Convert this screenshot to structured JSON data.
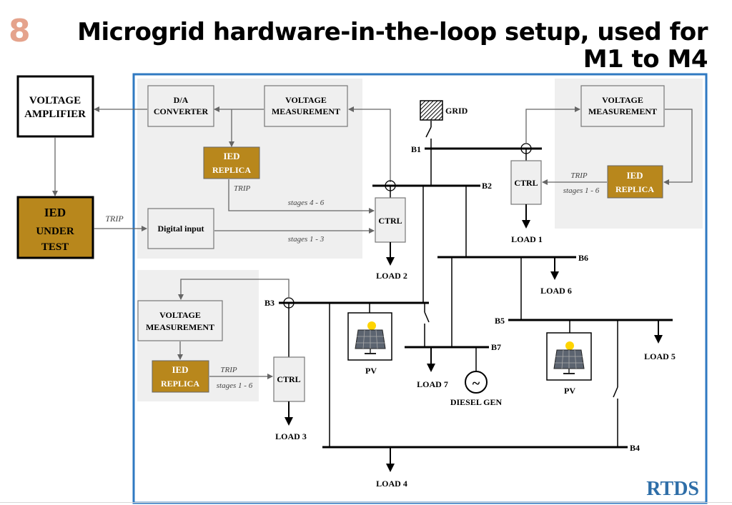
{
  "slide": {
    "number": "8",
    "title_line1": "Microgrid hardware-in-the-loop setup, used for",
    "title_line2": "M1 to M4"
  },
  "colors": {
    "slide_number": "#e5a38c",
    "ied": "#b8871c",
    "frame": "#2f79c2",
    "panel": "#efefef",
    "rtds": "#2e6ea8"
  },
  "diagram": {
    "external": {
      "voltage_amplifier": [
        "VOLTAGE",
        "AMPLIFIER"
      ],
      "ied_under_test": [
        "IED",
        "UNDER",
        "TEST"
      ],
      "trip_label": "TRIP"
    },
    "panel_top_left": {
      "da_converter": [
        "D/A",
        "CONVERTER"
      ],
      "voltage_measurement": [
        "VOLTAGE",
        "MEASUREMENT"
      ],
      "ied_replica": [
        "IED",
        "REPLICA"
      ],
      "trip": "TRIP",
      "digital_input": "Digital input",
      "stages_a": "stages 4 - 6",
      "stages_b": "stages 1 - 3"
    },
    "panel_top_right": {
      "voltage_measurement": [
        "VOLTAGE",
        "MEASUREMENT"
      ],
      "ied_replica": [
        "IED",
        "REPLICA"
      ],
      "trip": "TRIP",
      "stages": "stages 1 - 6"
    },
    "panel_bottom_left": {
      "voltage_measurement": [
        "VOLTAGE",
        "MEASUREMENT"
      ],
      "ied_replica": [
        "IED",
        "REPLICA"
      ],
      "trip": "TRIP",
      "stages": "stages 1 - 6"
    },
    "ctrl": "CTRL",
    "grid": "GRID",
    "buses": {
      "b1": "B1",
      "b2": "B2",
      "b3": "B3",
      "b4": "B4",
      "b5": "B5",
      "b6": "B6",
      "b7": "B7"
    },
    "loads": {
      "load1": "LOAD 1",
      "load2": "LOAD 2",
      "load3": "LOAD 3",
      "load4": "LOAD 4",
      "load5": "LOAD 5",
      "load6": "LOAD 6",
      "load7": "LOAD 7"
    },
    "pv": "PV",
    "diesel_gen": "DIESEL GEN",
    "diesel_symbol": "~",
    "rtds": "RTDS"
  }
}
